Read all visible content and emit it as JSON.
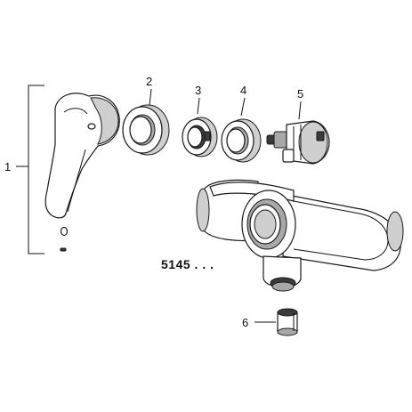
{
  "callouts": {
    "part1": "1",
    "part2": "2",
    "part3": "3",
    "part4": "4",
    "part5": "5",
    "part6": "6"
  },
  "model_number": "5145 . . ."
}
